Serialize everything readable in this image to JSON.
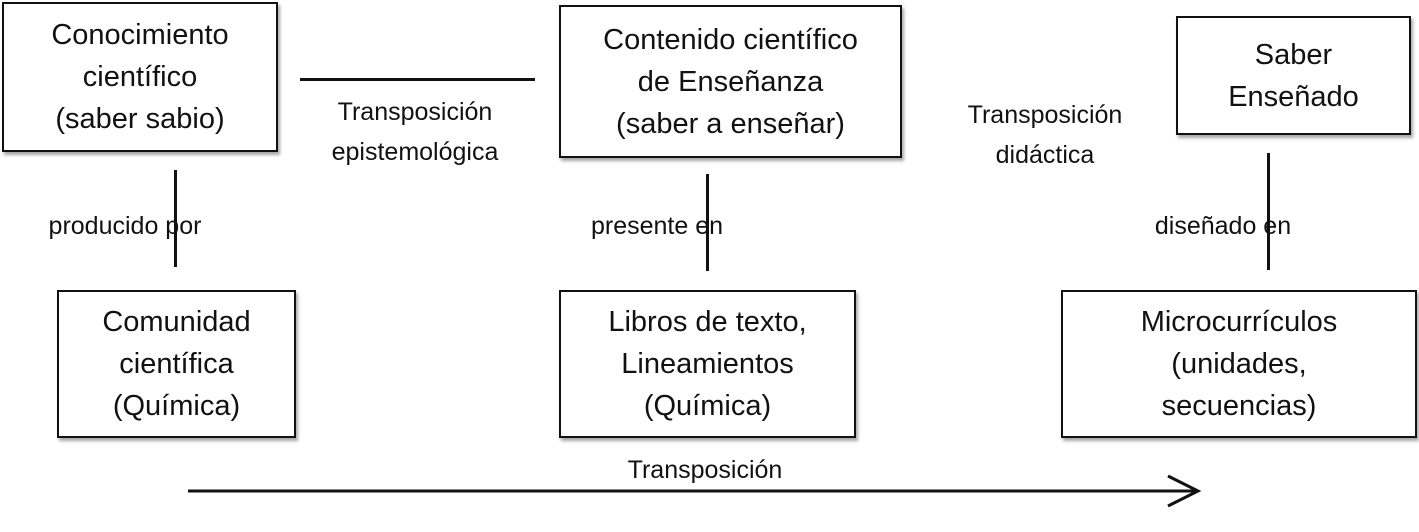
{
  "boxes": {
    "conocimiento": [
      "Conocimiento",
      "científico",
      "(saber sabio)"
    ],
    "contenido": [
      "Contenido científico",
      "de Enseñanza",
      "(saber a enseñar)"
    ],
    "saber": [
      "Saber",
      "Enseñado"
    ],
    "comunidad": [
      "Comunidad",
      "científica",
      "(Química)"
    ],
    "libros": [
      "Libros de texto,",
      "Lineamientos",
      "(Química)"
    ],
    "micro": [
      "Microcurrículos",
      "(unidades,",
      "secuencias)"
    ]
  },
  "labels": {
    "transposicion_epistemologica": [
      "Transposición",
      "epistemológica"
    ],
    "transposicion_didactica": [
      "Transposición",
      "didáctica"
    ],
    "producido_por": "producido por",
    "presente_en": "presente en",
    "disenado_en": "diseñado en",
    "transposicion": "Transposición"
  }
}
